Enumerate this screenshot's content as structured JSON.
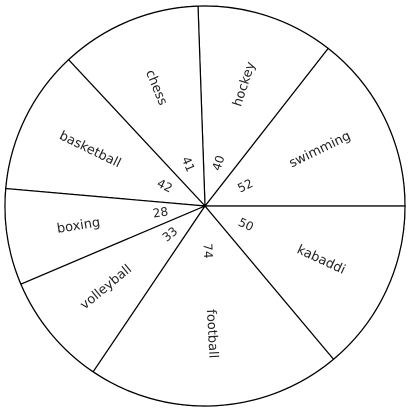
{
  "chart_data": {
    "type": "pie",
    "title": "",
    "start_angle_deg": 0,
    "direction": "counterclockwise",
    "slices": [
      {
        "name": "swimming",
        "value": 52
      },
      {
        "name": "hockey",
        "value": 40
      },
      {
        "name": "chess",
        "value": 41
      },
      {
        "name": "basketball",
        "value": 42
      },
      {
        "name": "boxing",
        "value": 28
      },
      {
        "name": "volleyball",
        "value": 33
      },
      {
        "name": "football",
        "value": 74
      },
      {
        "name": "kabaddi",
        "value": 50
      }
    ],
    "colors": {
      "fill": "#ffffff",
      "stroke": "#000000",
      "text": "#222222"
    }
  }
}
